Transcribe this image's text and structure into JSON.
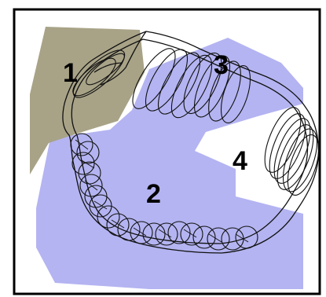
{
  "figure": {
    "colors": {
      "background": "#ffffff",
      "frame": "#000000",
      "region_1_fill": "#a8a387",
      "region_2_fill": "#b4b4f2",
      "path_stroke": "#111111"
    },
    "regions": [
      {
        "label": "1"
      },
      {
        "label": "2"
      },
      {
        "label": "3"
      },
      {
        "label": "4"
      }
    ]
  }
}
